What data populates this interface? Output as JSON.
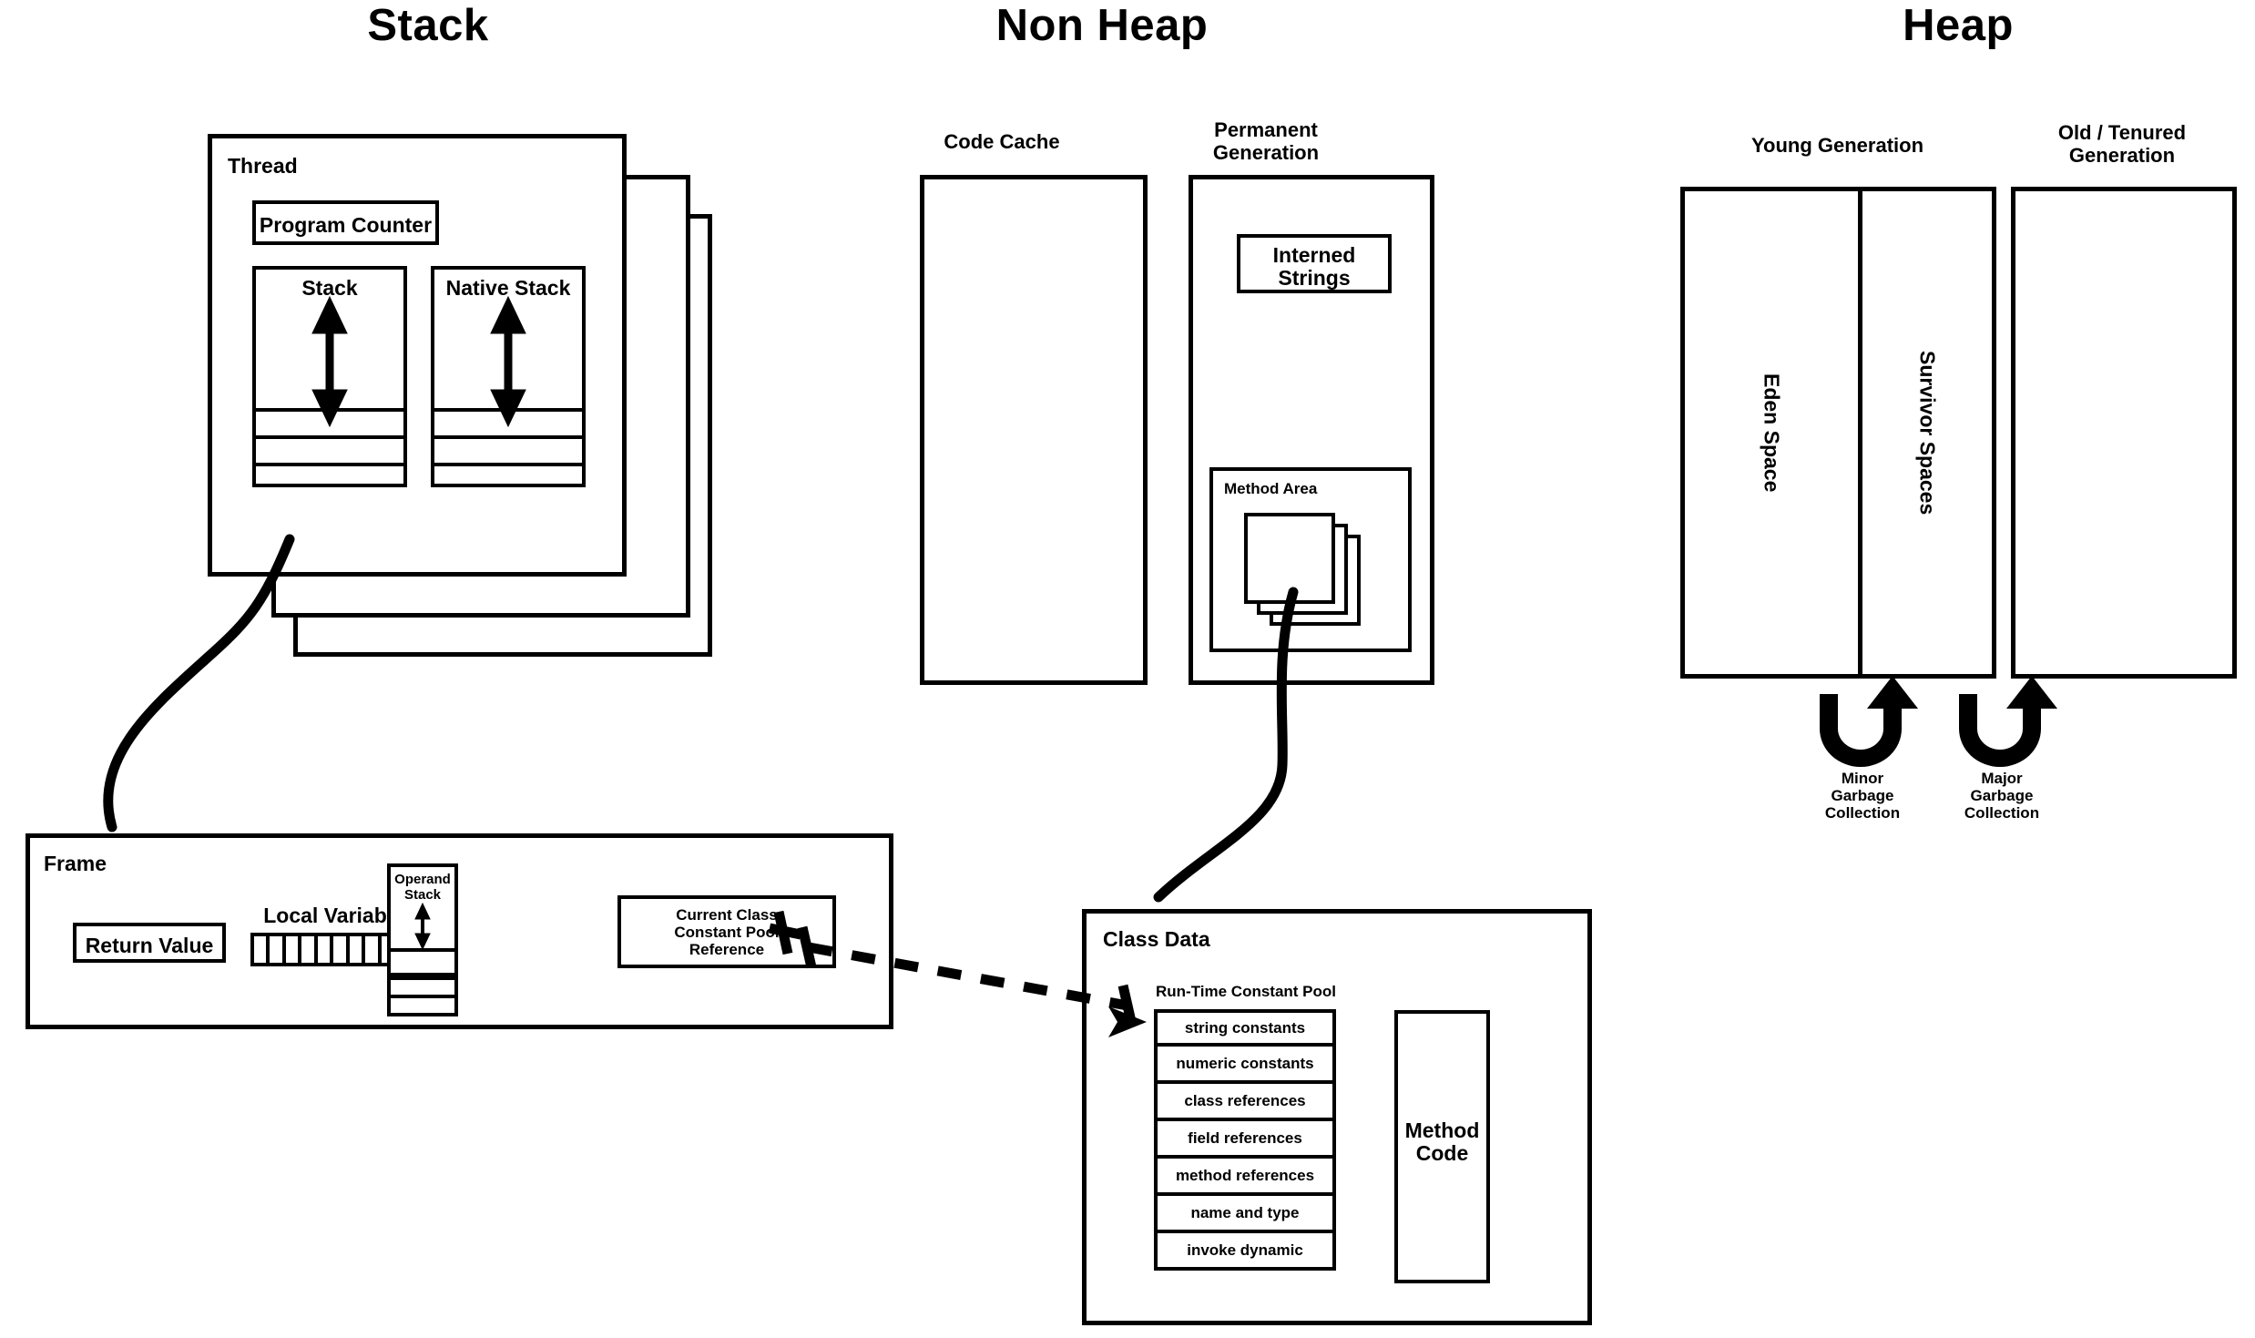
{
  "sections": [
    {
      "id": "stack",
      "title": "Stack"
    },
    {
      "id": "nonheap",
      "title": "Non Heap"
    },
    {
      "id": "heap",
      "title": "Heap"
    }
  ],
  "stack_section": {
    "thread": {
      "label": "Thread",
      "program_counter": "Program Counter",
      "stack": "Stack",
      "native_stack": "Native Stack",
      "stack_frame_slots": 3,
      "native_stack_frame_slots": 3,
      "copies": 3
    },
    "frame": {
      "label": "Frame",
      "return_value": "Return Value",
      "local_variables": "Local Variables",
      "local_variable_cells": 11,
      "operand_stack": "Operand\nStack",
      "operand_stack_slots": 3,
      "current_class_constant_pool_reference": "Current Class\nConstant Pool\nReference"
    }
  },
  "nonheap_section": {
    "code_cache": {
      "label": "Code Cache"
    },
    "permanent_generation": {
      "label": "Permanent\nGeneration",
      "interned_strings": "Interned\nStrings",
      "method_area": {
        "label": "Method Area",
        "class_copies": 3
      }
    },
    "class_data": {
      "label": "Class Data",
      "run_time_constant_pool": {
        "label": "Run-Time Constant Pool",
        "entries": [
          "string constants",
          "numeric constants",
          "class references",
          "field references",
          "method references",
          "name and type",
          "invoke dynamic"
        ]
      },
      "method_code": "Method\nCode"
    }
  },
  "heap_section": {
    "young_generation": {
      "label": "Young Generation",
      "eden_space": "Eden Space",
      "survivor_spaces": "Survivor Spaces"
    },
    "old_generation": {
      "label": "Old / Tenured\nGeneration"
    },
    "gc": [
      {
        "id": "minor",
        "label": "Minor\nGarbage\nCollection"
      },
      {
        "id": "major",
        "label": "Major\nGarbage\nCollection"
      }
    ]
  },
  "colors": {
    "stroke": "#000000",
    "background": "#ffffff"
  }
}
